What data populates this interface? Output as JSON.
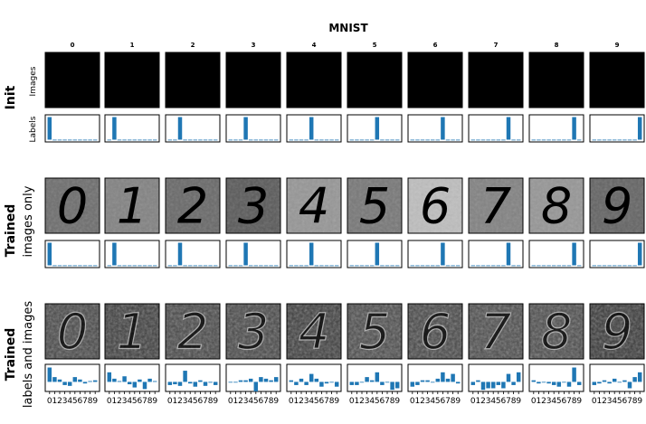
{
  "figure": {
    "title": "MNIST",
    "column_labels": [
      "0",
      "1",
      "2",
      "3",
      "4",
      "5",
      "6",
      "7",
      "8",
      "9"
    ],
    "row_labels": {
      "init": {
        "group": "Init",
        "images": "Images",
        "labels": "Labels"
      },
      "trained_images": {
        "group_line1": "Trained",
        "group_line2": "images only"
      },
      "trained_labels": {
        "group_line1": "Trained",
        "group_line2": "labels and images"
      }
    },
    "tick_labels": [
      "0",
      "1",
      "2",
      "3",
      "4",
      "5",
      "6",
      "7",
      "8",
      "9"
    ]
  },
  "colors": {
    "bar": "#1f77b4",
    "init_bg": "#000000",
    "init_fg": "#ffffff"
  },
  "panels": {
    "init_images": {
      "background_gray": [
        0,
        0,
        0,
        0,
        0,
        0,
        0,
        0,
        0,
        0
      ]
    },
    "trained_images_only": {
      "background_gray": [
        110,
        130,
        105,
        90,
        150,
        120,
        190,
        130,
        150,
        100
      ]
    },
    "trained_labels_images": {
      "background_gray": [
        70,
        60,
        70,
        70,
        60,
        75,
        70,
        75,
        75,
        55
      ]
    }
  },
  "chart_data": [
    {
      "type": "bar",
      "name": "init-labels",
      "categories": [
        "0",
        "1",
        "2",
        "3",
        "4",
        "5",
        "6",
        "7",
        "8",
        "9"
      ],
      "values": [
        [
          1,
          0,
          0,
          0,
          0,
          0,
          0,
          0,
          0,
          0
        ],
        [
          0,
          1,
          0,
          0,
          0,
          0,
          0,
          0,
          0,
          0
        ],
        [
          0,
          0,
          1,
          0,
          0,
          0,
          0,
          0,
          0,
          0
        ],
        [
          0,
          0,
          0,
          1,
          0,
          0,
          0,
          0,
          0,
          0
        ],
        [
          0,
          0,
          0,
          0,
          1,
          0,
          0,
          0,
          0,
          0
        ],
        [
          0,
          0,
          0,
          0,
          0,
          1,
          0,
          0,
          0,
          0
        ],
        [
          0,
          0,
          0,
          0,
          0,
          0,
          1,
          0,
          0,
          0
        ],
        [
          0,
          0,
          0,
          0,
          0,
          0,
          0,
          1,
          0,
          0
        ],
        [
          0,
          0,
          0,
          0,
          0,
          0,
          0,
          0,
          1,
          0
        ],
        [
          0,
          0,
          0,
          0,
          0,
          0,
          0,
          0,
          0,
          1
        ]
      ],
      "ylim": [
        -0.1,
        1.1
      ]
    },
    {
      "type": "bar",
      "name": "trained-images-only-labels",
      "categories": [
        "0",
        "1",
        "2",
        "3",
        "4",
        "5",
        "6",
        "7",
        "8",
        "9"
      ],
      "values": [
        [
          1,
          0,
          0,
          0,
          0,
          0,
          0,
          0,
          0,
          0
        ],
        [
          0,
          1,
          0,
          0,
          0,
          0,
          0,
          0,
          0,
          0
        ],
        [
          0,
          0,
          1,
          0,
          0,
          0,
          0,
          0,
          0,
          0
        ],
        [
          0,
          0,
          0,
          1,
          0,
          0,
          0,
          0,
          0,
          0
        ],
        [
          0,
          0,
          0,
          0,
          1,
          0,
          0,
          0,
          0,
          0
        ],
        [
          0,
          0,
          0,
          0,
          0,
          1,
          0,
          0,
          0,
          0
        ],
        [
          0,
          0,
          0,
          0,
          0,
          0,
          1,
          0,
          0,
          0
        ],
        [
          0,
          0,
          0,
          0,
          0,
          0,
          0,
          1,
          0,
          0
        ],
        [
          0,
          0,
          0,
          0,
          0,
          0,
          0,
          0,
          1,
          0
        ],
        [
          0,
          0,
          0,
          0,
          0,
          0,
          0,
          0,
          0,
          1
        ]
      ],
      "ylim": [
        -0.1,
        1.1
      ]
    },
    {
      "type": "bar",
      "name": "trained-labels-and-images-labels",
      "categories": [
        "0",
        "1",
        "2",
        "3",
        "4",
        "5",
        "6",
        "7",
        "8",
        "9"
      ],
      "values": [
        [
          0.9,
          0.3,
          0.15,
          -0.2,
          -0.25,
          0.3,
          0.15,
          -0.1,
          0.05,
          0.1
        ],
        [
          0.6,
          0.2,
          0.05,
          0.35,
          -0.15,
          -0.35,
          0.15,
          -0.45,
          0.2,
          0.05
        ],
        [
          -0.2,
          -0.15,
          -0.25,
          0.7,
          -0.1,
          -0.3,
          0.1,
          -0.25,
          -0.05,
          -0.2
        ],
        [
          0.0,
          0.0,
          0.1,
          0.1,
          0.2,
          -0.6,
          0.3,
          0.2,
          0.1,
          0.3
        ],
        [
          0.1,
          -0.2,
          0.2,
          -0.2,
          0.5,
          0.2,
          -0.3,
          -0.1,
          0.0,
          -0.3
        ],
        [
          -0.2,
          -0.2,
          0.0,
          0.3,
          0.1,
          0.6,
          -0.2,
          0.0,
          -0.5,
          -0.4
        ],
        [
          -0.3,
          -0.2,
          0.1,
          0.1,
          0.0,
          0.2,
          0.6,
          0.2,
          0.5,
          -0.1
        ],
        [
          -0.2,
          0.1,
          -0.5,
          -0.4,
          -0.4,
          -0.2,
          -0.4,
          0.5,
          -0.2,
          0.6
        ],
        [
          0.1,
          -0.1,
          0.0,
          -0.1,
          -0.2,
          -0.3,
          0.0,
          -0.3,
          0.9,
          -0.2
        ],
        [
          -0.2,
          -0.1,
          0.1,
          -0.1,
          0.2,
          0.0,
          0.1,
          -0.4,
          0.3,
          0.6
        ]
      ],
      "ylim": [
        -0.6,
        1.1
      ]
    }
  ]
}
